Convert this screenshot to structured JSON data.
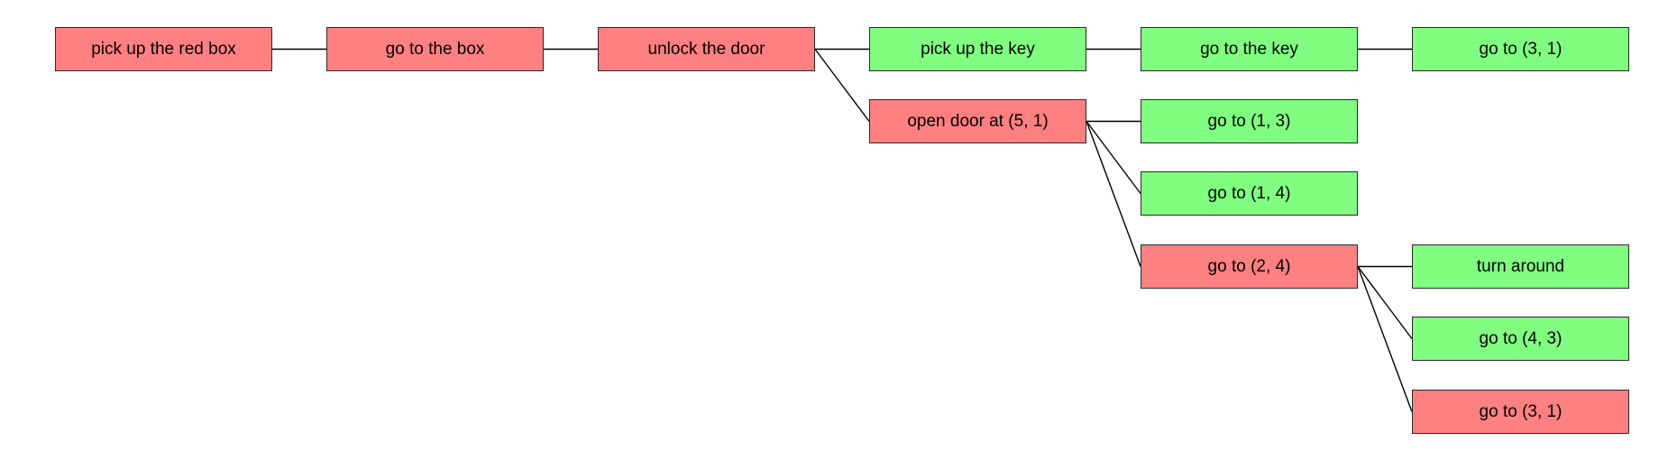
{
  "colors": {
    "failed": "#ff8080",
    "succeeded": "#80ff80",
    "edge": "#000000",
    "border": "#2a2a2a"
  },
  "tree": {
    "root": {
      "label": "pick up the red box",
      "status": "failed",
      "children": [
        {
          "label": "go to the box",
          "status": "failed",
          "children": [
            {
              "label": "unlock the door",
              "status": "failed",
              "children": [
                {
                  "label": "pick up the key",
                  "status": "succeeded",
                  "children": [
                    {
                      "label": "go to the key",
                      "status": "succeeded",
                      "children": [
                        {
                          "label": "go to (3, 1)",
                          "status": "succeeded",
                          "children": []
                        }
                      ]
                    }
                  ]
                },
                {
                  "label": "open door at (5, 1)",
                  "status": "failed",
                  "children": [
                    {
                      "label": "go to (1, 3)",
                      "status": "succeeded",
                      "children": []
                    },
                    {
                      "label": "go to (1, 4)",
                      "status": "succeeded",
                      "children": []
                    },
                    {
                      "label": "go to (2, 4)",
                      "status": "failed",
                      "children": [
                        {
                          "label": "turn around",
                          "status": "succeeded",
                          "children": []
                        },
                        {
                          "label": "go to (4, 3)",
                          "status": "succeeded",
                          "children": []
                        },
                        {
                          "label": "go to (3, 1)",
                          "status": "failed",
                          "children": []
                        }
                      ]
                    }
                  ]
                }
              ]
            }
          ]
        }
      ]
    }
  }
}
